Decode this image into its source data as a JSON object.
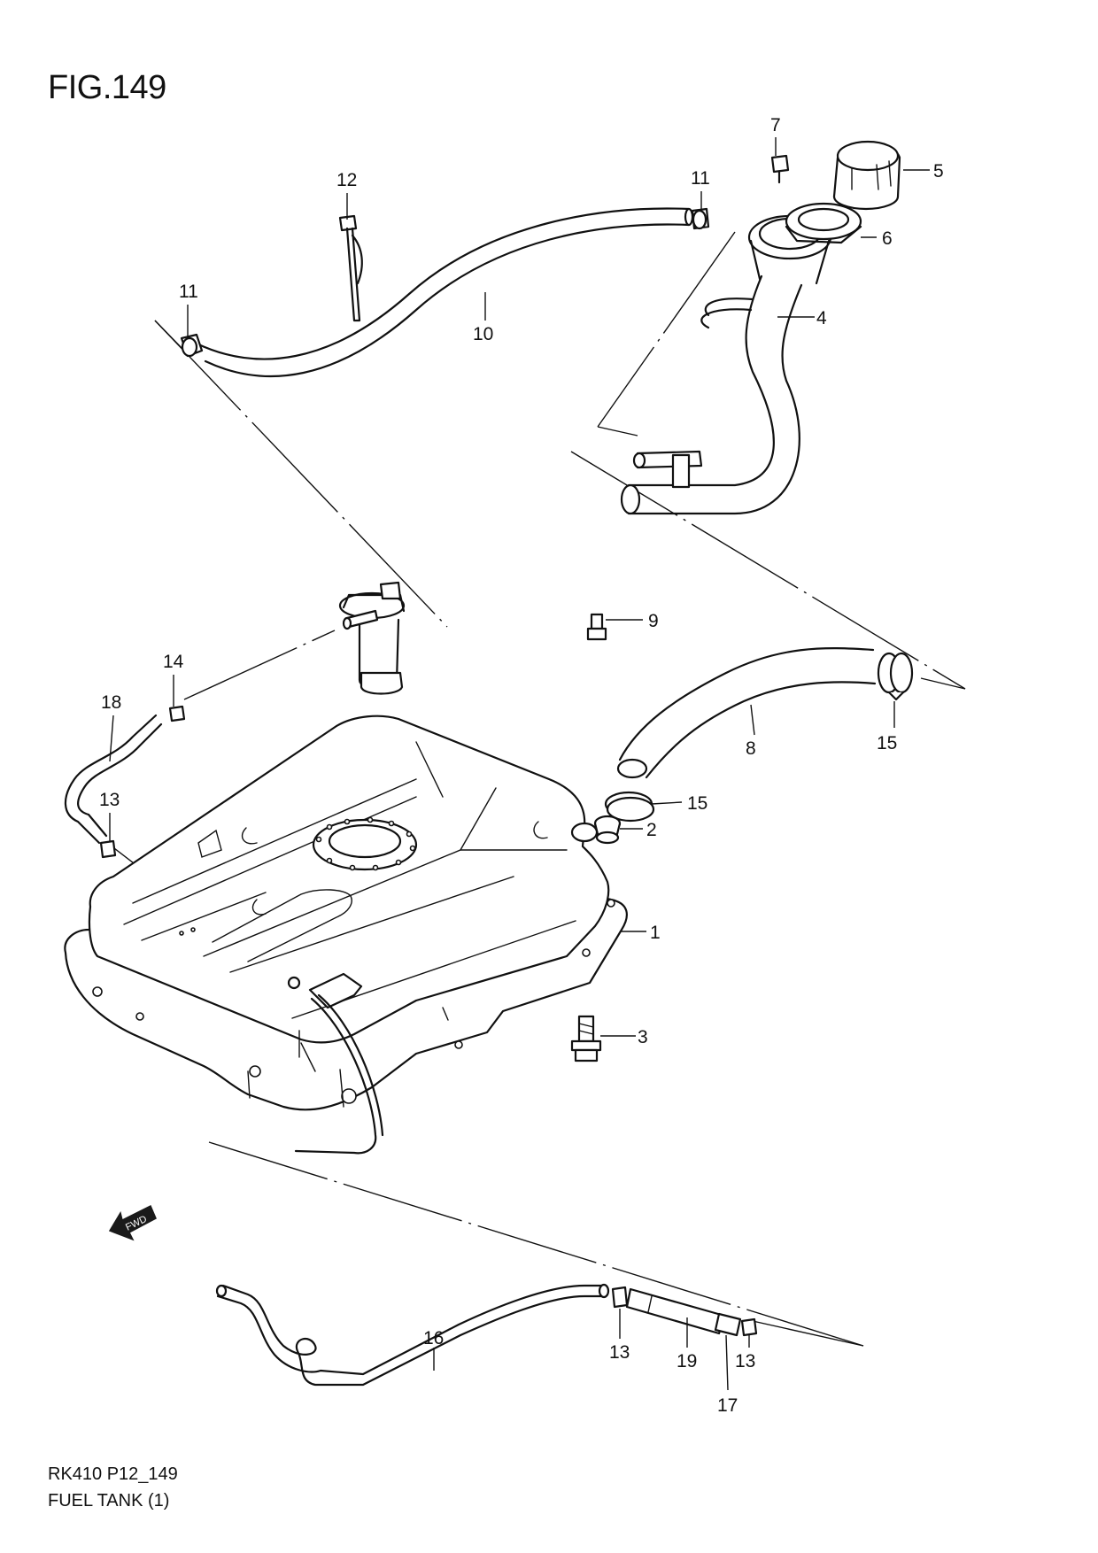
{
  "figure": {
    "title": "FIG.149"
  },
  "footer": {
    "code": "RK410 P12_149",
    "title": "FUEL TANK (1)"
  },
  "fwd_label": "FWD",
  "callouts": [
    {
      "id": "c5",
      "text": "5"
    },
    {
      "id": "c7",
      "text": "7"
    },
    {
      "id": "c6",
      "text": "6"
    },
    {
      "id": "c4",
      "text": "4"
    },
    {
      "id": "c12",
      "text": "12"
    },
    {
      "id": "c11a",
      "text": "11"
    },
    {
      "id": "c11b",
      "text": "11"
    },
    {
      "id": "c10",
      "text": "10"
    },
    {
      "id": "c9",
      "text": "9"
    },
    {
      "id": "c14",
      "text": "14"
    },
    {
      "id": "c18",
      "text": "18"
    },
    {
      "id": "c8",
      "text": "8"
    },
    {
      "id": "c15a",
      "text": "15"
    },
    {
      "id": "c15b",
      "text": "15"
    },
    {
      "id": "c2",
      "text": "2"
    },
    {
      "id": "c13a",
      "text": "13"
    },
    {
      "id": "c1",
      "text": "1"
    },
    {
      "id": "c3",
      "text": "3"
    },
    {
      "id": "c16",
      "text": "16"
    },
    {
      "id": "c13b",
      "text": "13"
    },
    {
      "id": "c19",
      "text": "19"
    },
    {
      "id": "c13c",
      "text": "13"
    },
    {
      "id": "c17",
      "text": "17"
    }
  ]
}
